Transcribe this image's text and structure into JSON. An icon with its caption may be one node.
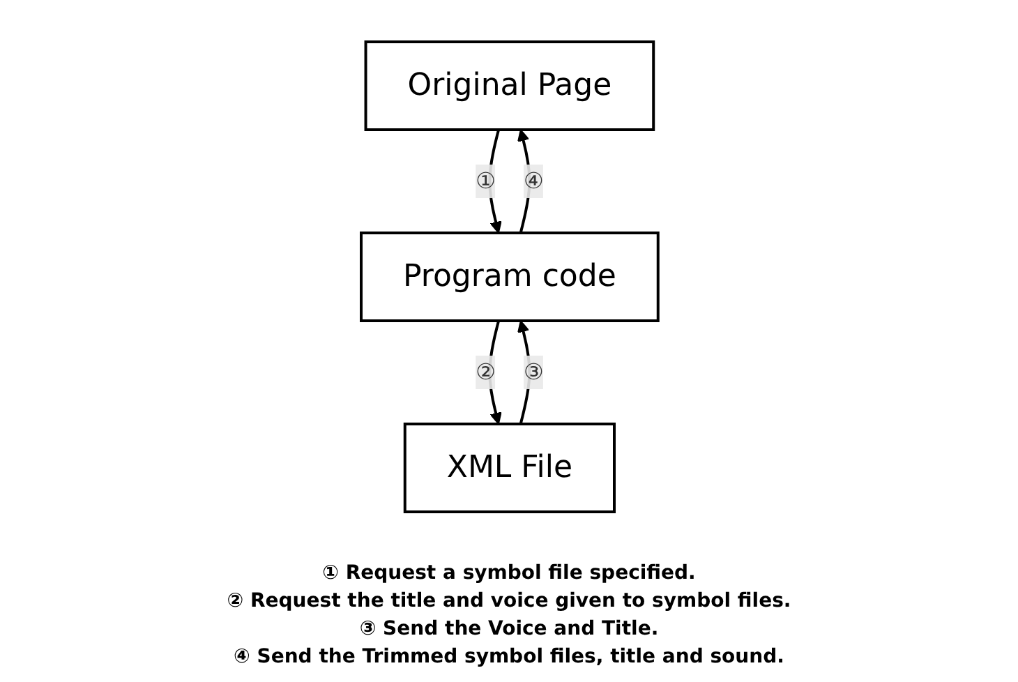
{
  "diagram": {
    "nodes": [
      {
        "text": [
          "Original Page"
        ]
      },
      {
        "text": [
          "XML File"
        ]
      },
      {
        "text": [
          "Program code"
        ]
      }
    ],
    "edges": [
      {
        "from": 0,
        "to": 2,
        "arrow": "to",
        "label": "①"
      },
      {
        "from": 2,
        "to": 1,
        "arrow": "to",
        "label": "②"
      },
      {
        "from": 1,
        "to": 2,
        "arrow": "to",
        "label": "③"
      },
      {
        "from": 2,
        "to": 0,
        "arrow": "to",
        "label": "④"
      }
    ],
    "labels": [
      "① Request a symbol file specified.",
      "② Request the title and voice given to symbol files.",
      "③ Send the Voice and Title.",
      "④ Send the Trimmed symbol files, title and sound."
    ]
  }
}
